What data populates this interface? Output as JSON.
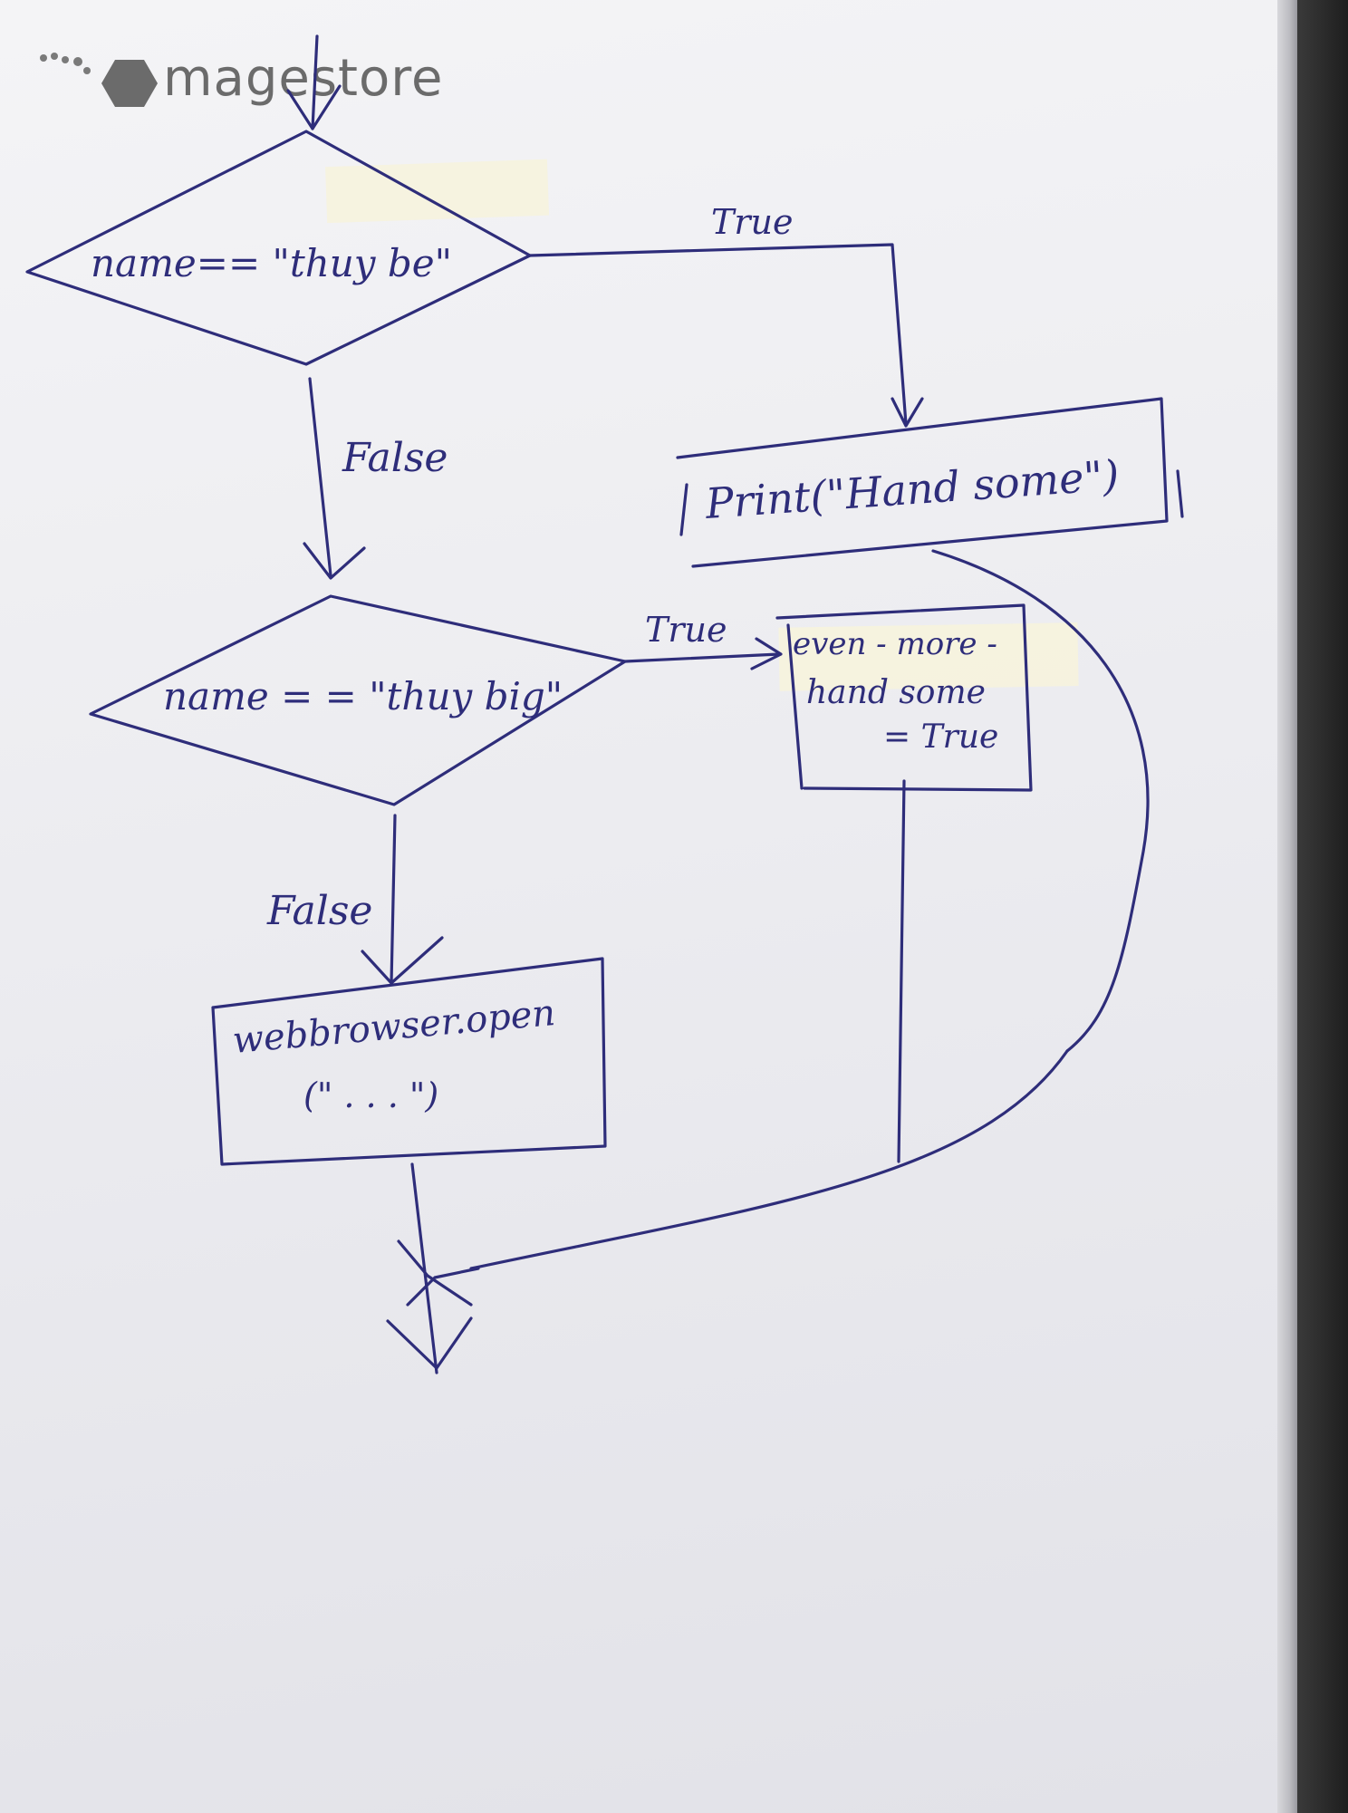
{
  "logo": {
    "text": "magestore",
    "icon": "hexagon-logo-icon"
  },
  "flowchart": {
    "decision1": {
      "text": "name== \"thuy be\""
    },
    "decision1_true_label": "True",
    "decision1_false_label": "False",
    "process_print": {
      "text": "Print(\"Hand some\")"
    },
    "decision2": {
      "text": "name = = \"thuy big\""
    },
    "decision2_true_label": "True",
    "decision2_false_label": "False",
    "process_assign": {
      "line1": "even - more -",
      "line2": "hand some",
      "line3": "= True"
    },
    "process_web": {
      "line1": "webbrowser.open",
      "line2": "(\" . . . \")"
    }
  },
  "colors": {
    "ink": "#2e2d7a",
    "logo": "#6b6b6b"
  }
}
